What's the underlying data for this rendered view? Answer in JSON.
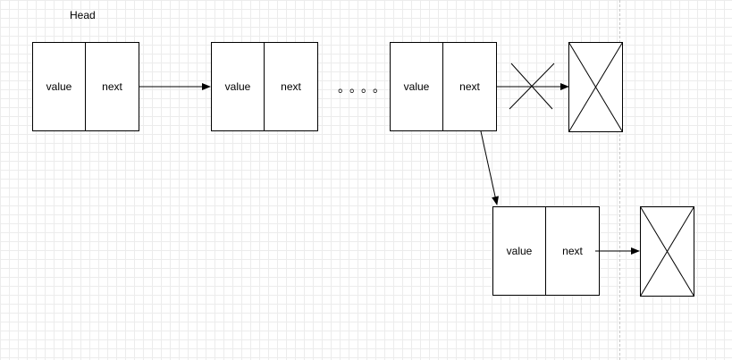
{
  "head_label": "Head",
  "ellipsis": "。。。。",
  "nodes": [
    {
      "value_label": "value",
      "next_label": "next"
    },
    {
      "value_label": "value",
      "next_label": "next"
    },
    {
      "value_label": "value",
      "next_label": "next"
    },
    {
      "value_label": "value",
      "next_label": "next"
    }
  ],
  "colors": {
    "stroke": "#000000",
    "grid": "#ececec",
    "background": "#ffffff"
  }
}
